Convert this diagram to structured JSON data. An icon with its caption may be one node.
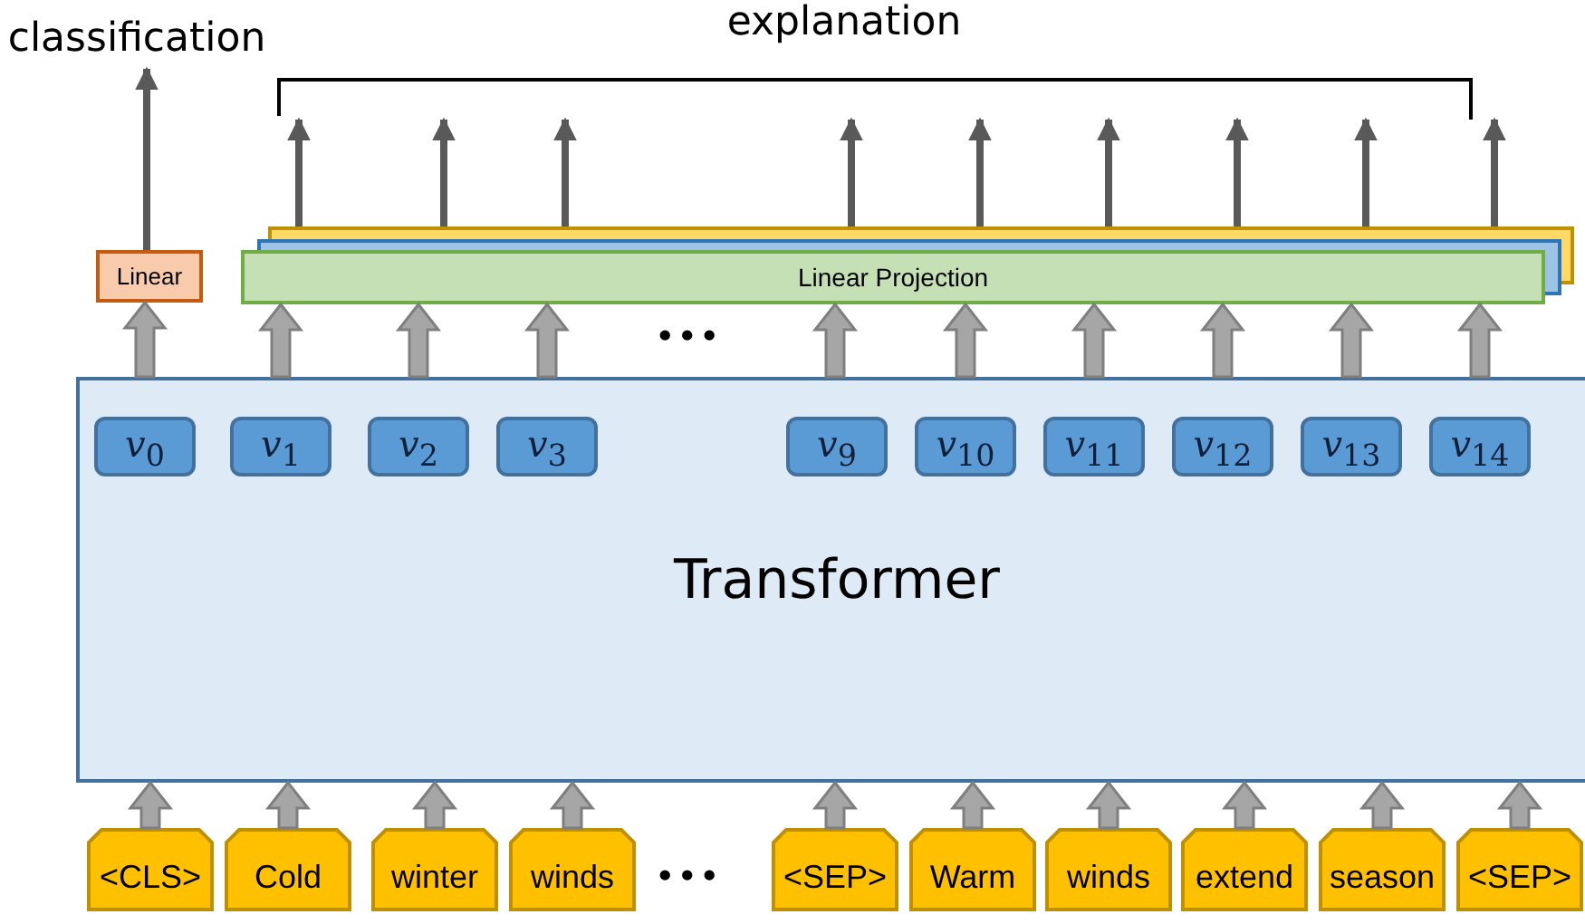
{
  "diagram": {
    "nodes": [
      {
        "text": [
          "classification"
        ]
      },
      {
        "text": [
          "explanation"
        ]
      },
      {
        "text": [
          "Linear"
        ]
      },
      {
        "text": [
          "Linear Projection"
        ]
      },
      {
        "text": [
          "Transformer"
        ]
      },
      {
        "text": [
          "*v*$_{0}$"
        ],
        "in": 4
      },
      {
        "text": [
          "*v*$_{1}$"
        ],
        "in": 4
      },
      {
        "text": [
          "*v*$_{2}$"
        ],
        "in": 4
      },
      {
        "text": [
          "*v*$_{3}$"
        ],
        "in": 4
      },
      {
        "text": [
          "*v*$_{9}$"
        ],
        "in": 4
      },
      {
        "text": [
          "*v*$_{10}$"
        ],
        "in": 4
      },
      {
        "text": [
          "*v*$_{11}$"
        ],
        "in": 4
      },
      {
        "text": [
          "*v*$_{12}$"
        ],
        "in": 4
      },
      {
        "text": [
          "*v*$_{13}$"
        ],
        "in": 4
      },
      {
        "text": [
          "*v*$_{14}$"
        ],
        "in": 4
      },
      {
        "text": [
          "<CLS>"
        ]
      },
      {
        "text": [
          "Cold"
        ]
      },
      {
        "text": [
          "winter"
        ]
      },
      {
        "text": [
          "winds"
        ]
      },
      {
        "text": [
          "<SEP>"
        ]
      },
      {
        "text": [
          "Warm"
        ]
      },
      {
        "text": [
          "winds"
        ]
      },
      {
        "text": [
          "extend"
        ]
      },
      {
        "text": [
          "season"
        ]
      },
      {
        "text": [
          "<SEP>"
        ]
      }
    ],
    "edges": [
      {
        "from": 2,
        "to": 0,
        "arrow": "to",
        "color": "#595959"
      },
      {
        "from": 3,
        "to": 1,
        "arrow": "to",
        "color": "#595959"
      },
      {
        "from": 3,
        "to": 1,
        "arrow": "to",
        "color": "#595959"
      },
      {
        "from": 3,
        "to": 1,
        "arrow": "to",
        "color": "#595959"
      },
      {
        "from": 3,
        "to": 1,
        "arrow": "to",
        "color": "#595959"
      },
      {
        "from": 3,
        "to": 1,
        "arrow": "to",
        "color": "#595959"
      },
      {
        "from": 3,
        "to": 1,
        "arrow": "to",
        "color": "#595959"
      },
      {
        "from": 3,
        "to": 1,
        "arrow": "to",
        "color": "#595959"
      },
      {
        "from": 3,
        "to": 1,
        "arrow": "to",
        "color": "#595959"
      },
      {
        "from": 3,
        "to": 1,
        "arrow": "to",
        "color": "#595959"
      },
      {
        "from": 4,
        "to": 2,
        "arrow": "to",
        "style": "thick"
      },
      {
        "from": 4,
        "to": 3,
        "arrow": "to",
        "style": "thick"
      },
      {
        "from": 4,
        "to": 3,
        "arrow": "to",
        "style": "thick"
      },
      {
        "from": 4,
        "to": 3,
        "arrow": "to",
        "style": "thick"
      },
      {
        "from": 4,
        "to": 3,
        "arrow": "to",
        "style": "thick"
      },
      {
        "from": 4,
        "to": 3,
        "arrow": "to",
        "style": "thick"
      },
      {
        "from": 4,
        "to": 3,
        "arrow": "to",
        "style": "thick"
      },
      {
        "from": 4,
        "to": 3,
        "arrow": "to",
        "style": "thick"
      },
      {
        "from": 4,
        "to": 3,
        "arrow": "to",
        "style": "thick"
      },
      {
        "from": 4,
        "to": 3,
        "arrow": "to",
        "style": "thick"
      },
      {
        "from": 15,
        "to": 4,
        "arrow": "to",
        "style": "thick"
      },
      {
        "from": 16,
        "to": 4,
        "arrow": "to",
        "style": "thick"
      },
      {
        "from": 17,
        "to": 4,
        "arrow": "to",
        "style": "thick"
      },
      {
        "from": 18,
        "to": 4,
        "arrow": "to",
        "style": "thick"
      },
      {
        "from": 19,
        "to": 4,
        "arrow": "to",
        "style": "thick"
      },
      {
        "from": 20,
        "to": 4,
        "arrow": "to",
        "style": "thick"
      },
      {
        "from": 21,
        "to": 4,
        "arrow": "to",
        "style": "thick"
      },
      {
        "from": 22,
        "to": 4,
        "arrow": "to",
        "style": "thick"
      },
      {
        "from": 23,
        "to": 4,
        "arrow": "to",
        "style": "thick"
      },
      {
        "from": 24,
        "to": 4,
        "arrow": "to",
        "style": "thick"
      }
    ],
    "labels": [
      "•••",
      "•••"
    ]
  }
}
